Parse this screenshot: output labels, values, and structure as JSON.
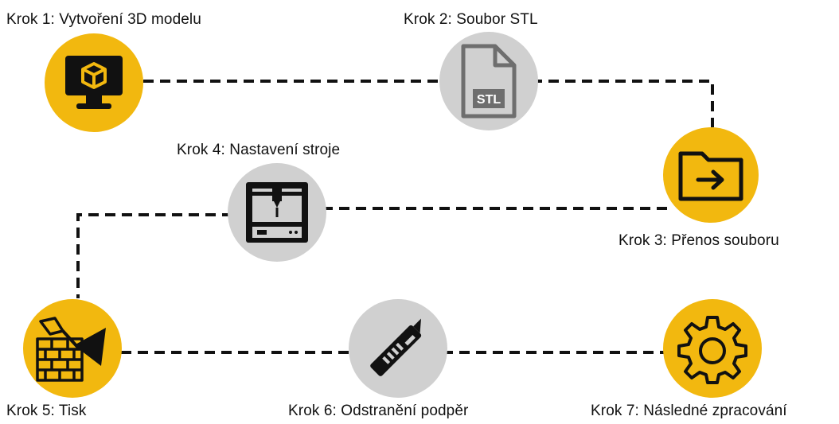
{
  "steps": [
    {
      "label": "Krok 1: Vytvoření 3D modelu",
      "icon": "monitor-cube-icon",
      "color": "#f2b80f"
    },
    {
      "label": "Krok 2: Soubor STL",
      "icon": "stl-file-icon",
      "color": "#d0d0d0",
      "icon_text": "STL"
    },
    {
      "label": "Krok 3: Přenos souboru",
      "icon": "folder-arrow-icon",
      "color": "#f2b80f"
    },
    {
      "label": "Krok 4: Nastavení stroje",
      "icon": "3d-printer-icon",
      "color": "#d0d0d0"
    },
    {
      "label": "Krok 5: Tisk",
      "icon": "bricks-trowel-icon",
      "color": "#f2b80f"
    },
    {
      "label": "Krok 6: Odstranění podpěr",
      "icon": "utility-knife-icon",
      "color": "#d0d0d0"
    },
    {
      "label": "Krok 7: Následné zpracování",
      "icon": "gear-icon",
      "color": "#f2b80f"
    }
  ],
  "colors": {
    "accent": "#f2b80f",
    "neutral": "#d0d0d0",
    "line": "#111111"
  }
}
